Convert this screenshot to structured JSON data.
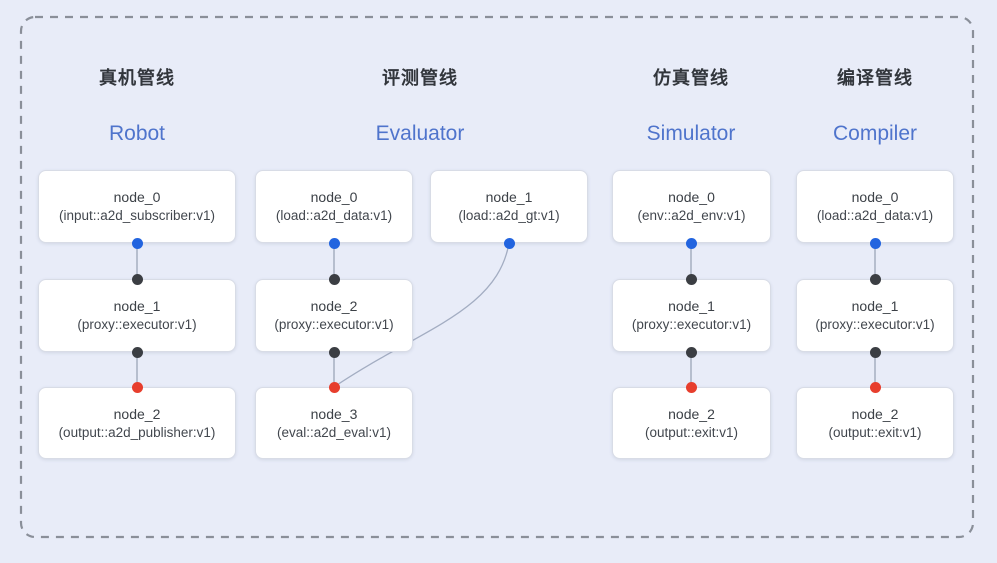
{
  "diagram": {
    "kind": "pipeline-dag-diagram",
    "colors": {
      "background": "#e8ecf8",
      "dashed_border": "#8a8f99",
      "edge_line": "#9ba5b8",
      "node_fill": "#ffffff",
      "node_border": "#d8dce6",
      "title_zh_color": "#32363c",
      "title_en_color": "#4f74cc",
      "output_port_blue": "#2264df",
      "mid_port_black": "#3b3e43",
      "input_port_red": "#e73e2d"
    }
  },
  "pipelines": [
    {
      "title_zh": "真机管线",
      "title_en": "Robot",
      "nodes": [
        {
          "name": "node_0",
          "spec": "(input::a2d_subscriber:v1)"
        },
        {
          "name": "node_1",
          "spec": "(proxy::executor:v1)"
        },
        {
          "name": "node_2",
          "spec": "(output::a2d_publisher:v1)"
        }
      ]
    },
    {
      "title_zh": "评测管线",
      "title_en": "Evaluator",
      "nodes": [
        {
          "name": "node_0",
          "spec": "(load::a2d_data:v1)"
        },
        {
          "name": "node_1",
          "spec": "(load::a2d_gt:v1)"
        },
        {
          "name": "node_2",
          "spec": "(proxy::executor:v1)"
        },
        {
          "name": "node_3",
          "spec": "(eval::a2d_eval:v1)"
        }
      ]
    },
    {
      "title_zh": "仿真管线",
      "title_en": "Simulator",
      "nodes": [
        {
          "name": "node_0",
          "spec": "(env::a2d_env:v1)"
        },
        {
          "name": "node_1",
          "spec": "(proxy::executor:v1)"
        },
        {
          "name": "node_2",
          "spec": "(output::exit:v1)"
        }
      ]
    },
    {
      "title_zh": "编译管线",
      "title_en": "Compiler",
      "nodes": [
        {
          "name": "node_0",
          "spec": "(load::a2d_data:v1)"
        },
        {
          "name": "node_1",
          "spec": "(proxy::executor:v1)"
        },
        {
          "name": "node_2",
          "spec": "(output::exit:v1)"
        }
      ]
    }
  ]
}
